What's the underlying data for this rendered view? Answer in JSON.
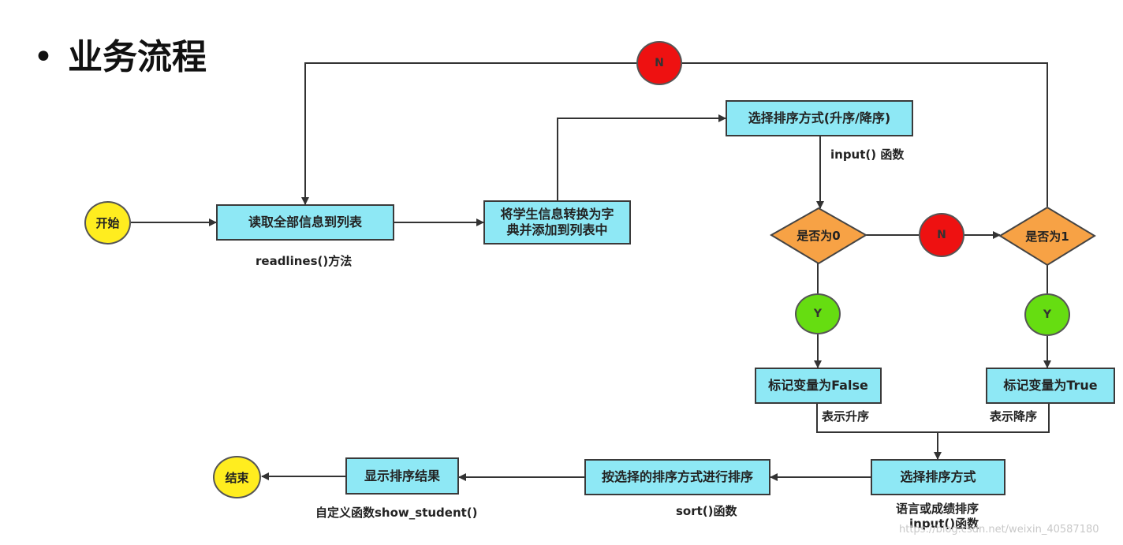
{
  "title": {
    "bullet": "•",
    "text": "业务流程"
  },
  "nodes": {
    "start": "开始",
    "read_all": "读取全部信息到列表",
    "to_dict": "将学生信息转换为字典并添加到列表中",
    "choose_order": "选择排序方式(升序/降序)",
    "is_zero": "是否为0",
    "is_one": "是否为1",
    "flag_false": "标记变量为False",
    "flag_true": "标记变量为True",
    "choose_mode": "选择排序方式",
    "do_sort": "按选择的排序方式进行排序",
    "show_result": "显示排序结果",
    "end": "结束"
  },
  "markers": {
    "no_top": "N",
    "no_mid": "N",
    "yes_left": "Y",
    "yes_right": "Y"
  },
  "notes": {
    "readlines": "readlines()方法",
    "input_fn": "input() 函数",
    "asc": "表示升序",
    "desc": "表示降序",
    "lang_or_score": "语言或成绩排序",
    "input_fn2": "input()函数",
    "sort_fn": "sort()函数",
    "custom_fn": "自定义函数show_student()"
  },
  "watermark": "https://blog.csdn.net/weixin_40587180",
  "colors": {
    "box": "#8ee8f5",
    "diamond": "#f7a245",
    "yes": "#66dd11",
    "no": "#ee1111",
    "terminal": "#ffed1f"
  }
}
